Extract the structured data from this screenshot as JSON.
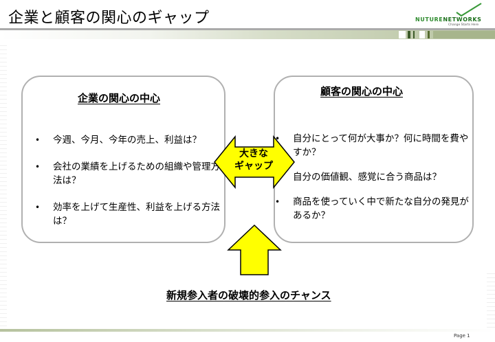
{
  "header": {
    "title": "企業と顧客の関心のギャップ",
    "logo_text_a": "NUTURE",
    "logo_text_b": "NETWORKS",
    "logo_tagline": "Change Starts Here"
  },
  "left_box": {
    "title": "企業の関心の中心",
    "items": [
      {
        "bullet": "•",
        "text": "今週、今月、今年の売上、利益は？"
      },
      {
        "bullet": "•",
        "text": "会社の業績を上げるための組織や管理方法は？"
      },
      {
        "bullet": "•",
        "text": "効率を上げて生産性、利益を上げる方法は？"
      }
    ]
  },
  "right_box": {
    "title": "顧客の関心の中心",
    "items": [
      {
        "bullet": "•",
        "text": "自分にとって何が大事か？何に時間を費やすか？"
      },
      {
        "bullet": "•",
        "text": "自分の価値観、感覚に合う商品は？"
      },
      {
        "bullet": "•",
        "text": "商品を使っていく中で新たな自分の発見があるか？"
      }
    ]
  },
  "gap": {
    "line1": "大きな",
    "line2": "ギャップ"
  },
  "bottom": {
    "text": "新規参入者の破壊的参入のチャンス"
  },
  "footer": {
    "page": "Page 1"
  },
  "colors": {
    "arrow_fill": "#ffff00",
    "arrow_stroke": "#000000",
    "box_border": "#b0b0b0",
    "brand_green": "#2e8b2e"
  }
}
